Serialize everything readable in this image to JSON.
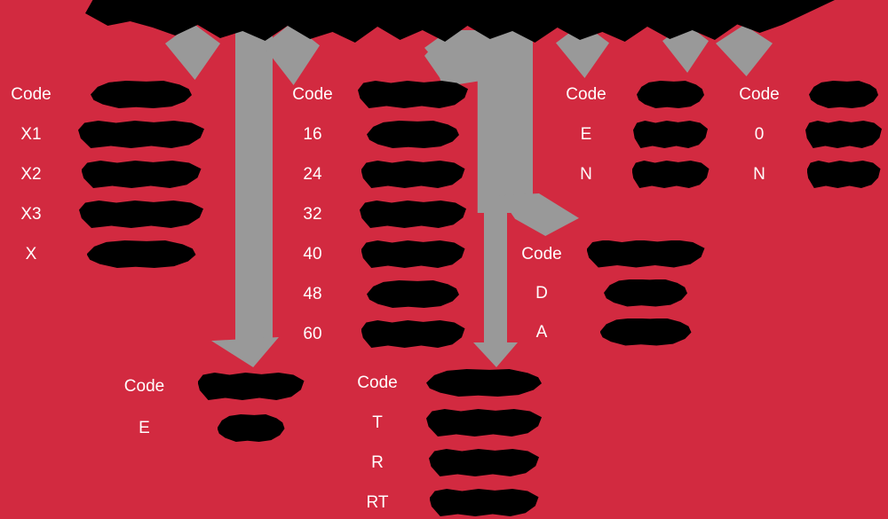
{
  "colors": {
    "background": "#d22a40",
    "arrow": "#999999",
    "blob": "#000000",
    "text": "#ffffff"
  },
  "title": {
    "redacted": true,
    "text": ""
  },
  "diagram": {
    "t1": {
      "code_label": "Code",
      "header_blob_w": 114,
      "rows": [
        {
          "code": "X1",
          "blob_w": 142
        },
        {
          "code": "X2",
          "blob_w": 135
        },
        {
          "code": "X3",
          "blob_w": 140
        },
        {
          "code": "X",
          "blob_w": 123
        }
      ]
    },
    "t2": {
      "code_label": "Code",
      "header_blob_w": 124,
      "rows": [
        {
          "code": "16",
          "blob_w": 104
        },
        {
          "code": "24",
          "blob_w": 117
        },
        {
          "code": "32",
          "blob_w": 120
        },
        {
          "code": "40",
          "blob_w": 117
        },
        {
          "code": "48",
          "blob_w": 104
        },
        {
          "code": "60",
          "blob_w": 117
        }
      ]
    },
    "t3": {
      "code_label": "Code",
      "header_blob_w": 76,
      "rows": [
        {
          "code": "E",
          "blob_w": 84
        },
        {
          "code": "N",
          "blob_w": 87
        }
      ]
    },
    "t4": {
      "code_label": "Code",
      "header_blob_w": 78,
      "rows": [
        {
          "code": "0",
          "blob_w": 86
        },
        {
          "code": "N",
          "blob_w": 83
        }
      ]
    },
    "t5": {
      "code_label": "Code",
      "header_blob_w": 133,
      "rows": [
        {
          "code": "D",
          "blob_w": 94
        },
        {
          "code": "A",
          "blob_w": 103
        }
      ]
    },
    "t6": {
      "code_label": "Code",
      "header_blob_w": 120,
      "rows": [
        {
          "code": "E",
          "blob_w": 76
        }
      ]
    },
    "t7": {
      "code_label": "Code",
      "header_blob_w": 130,
      "rows": [
        {
          "code": "T",
          "blob_w": 138
        },
        {
          "code": "R",
          "blob_w": 124
        },
        {
          "code": "RT",
          "blob_w": 123
        }
      ]
    }
  }
}
